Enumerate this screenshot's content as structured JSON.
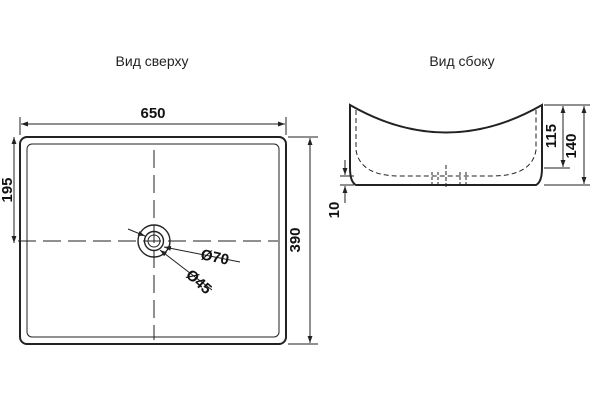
{
  "views": {
    "top_title": "Вид сверху",
    "side_title": "Вид сбоку"
  },
  "dimensions": {
    "width": "650",
    "depth": "390",
    "drain_offset": "195",
    "drain_outer": "Ø70",
    "drain_inner": "Ø45",
    "height_total": "140",
    "height_inner": "115",
    "base_thickness": "10"
  },
  "colors": {
    "line": "#222222",
    "background": "#ffffff"
  }
}
